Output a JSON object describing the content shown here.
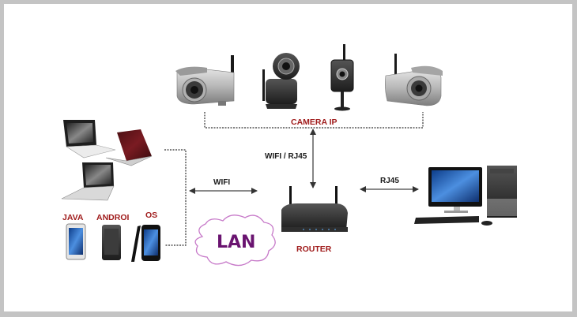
{
  "diagram": {
    "title": "IP camera network over LAN",
    "labels": {
      "camera_group": "CAMERA IP",
      "camera_link": "WIFI / RJ45",
      "client_link": "WIFI",
      "pc_link": "RJ45",
      "router": "ROUTER",
      "network": "LAN"
    },
    "phone_os": [
      "JAVA",
      "ANDROI",
      "OS"
    ],
    "nodes": {
      "cameras": [
        "outdoor-bullet-camera",
        "pan-tilt-dome-camera",
        "indoor-box-camera",
        "outdoor-bullet-camera"
      ],
      "laptops": [
        "white-laptop",
        "red-toshiba-laptop",
        "silver-laptop"
      ],
      "phones": [
        "nokia-smartphone",
        "android-smartphone",
        "iphone"
      ],
      "router": "wifi-router",
      "desktop": "desktop-pc"
    },
    "connections": [
      {
        "from": "cameras",
        "to": "router",
        "label": "WIFI / RJ45",
        "style": "solid-double-arrow"
      },
      {
        "from": "clients",
        "to": "router",
        "label": "WIFI",
        "style": "solid-double-arrow"
      },
      {
        "from": "router",
        "to": "desktop",
        "label": "RJ45",
        "style": "solid-double-arrow"
      },
      {
        "from": "laptops",
        "to": "phones",
        "label": "",
        "style": "dashed-bracket"
      },
      {
        "from": "cameras",
        "to": "cameras",
        "label": "",
        "style": "dashed-bus"
      }
    ],
    "colors": {
      "frame": "#c4c4c4",
      "background": "#ffffff",
      "label_red": "#a01c1c",
      "label_black": "#1a1a1a",
      "lan_text": "#6a1470",
      "cloud_stroke": "#c77ac9",
      "arrow": "#333333"
    }
  }
}
